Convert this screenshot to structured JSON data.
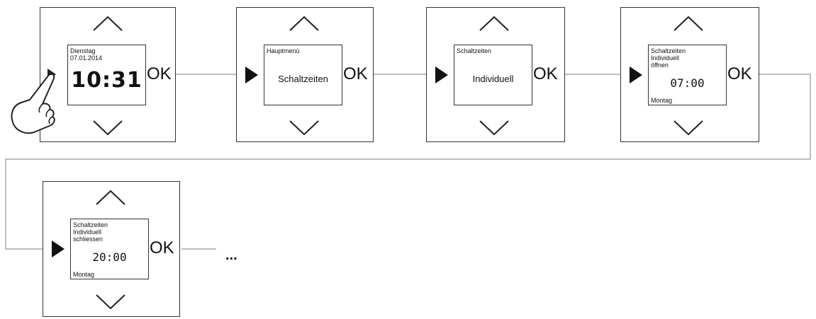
{
  "screens": [
    {
      "top_lines": [
        "Dienstag",
        "07.01.2014"
      ],
      "time": "10:31",
      "ok": "OK"
    },
    {
      "top_lines": [
        "Hauptmenü"
      ],
      "label": "Schaltzeiten",
      "ok": "OK"
    },
    {
      "top_lines": [
        "Schaltzeiten"
      ],
      "label": "Individuell",
      "ok": "OK"
    },
    {
      "top_lines": [
        "Schaltzeiten",
        "Individuell",
        "öffnen"
      ],
      "time": "07:00",
      "bottom": "Montag",
      "ok": "OK"
    },
    {
      "top_lines": [
        "Schaltzeiten",
        "Individuell",
        "schliessen"
      ],
      "time": "20:00",
      "bottom": "Montag",
      "ok": "OK"
    }
  ],
  "continuation": "...",
  "colors": {
    "line": "#bdbdbd",
    "border": "#333333"
  },
  "icons": [
    "pointing-hand-icon",
    "chevron-up-icon",
    "chevron-down-icon",
    "play-triangle-icon"
  ]
}
